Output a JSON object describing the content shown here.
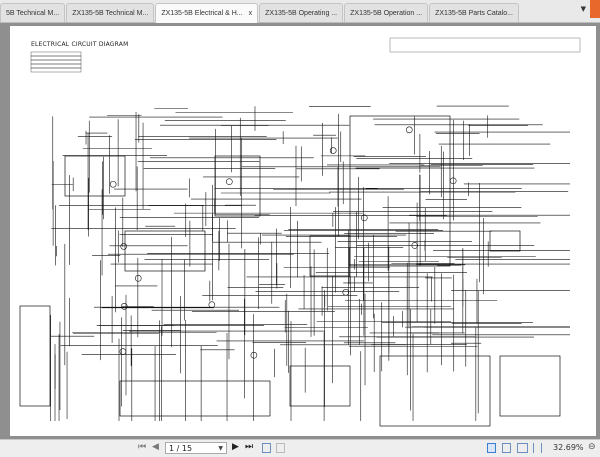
{
  "tabs": [
    {
      "label": "5B Technical M..."
    },
    {
      "label": "ZX135-5B Technical M..."
    },
    {
      "label": "ZX135-5B Electrical & H...",
      "active": true,
      "close": "x"
    },
    {
      "label": "ZX135-5B Operating ..."
    },
    {
      "label": "ZX135-5B Operation ..."
    },
    {
      "label": "ZX135-5B Parts Catalo..."
    }
  ],
  "tab_menu_icon": "chevron-down-icon",
  "document": {
    "title": "ELECTRICAL CIRCUIT DIAGRAM"
  },
  "statusbar": {
    "page_input": "1 / 15",
    "zoom": "32.69%",
    "icons": [
      "first-page-icon",
      "prev-page-icon",
      "next-page-icon",
      "last-page-icon",
      "rotate-icon",
      "fit-icon",
      "single-page-icon",
      "continuous-icon",
      "two-page-icon",
      "facing-icon",
      "zoom-out-icon"
    ]
  },
  "colors": {
    "accent": "#e8672a",
    "viewer_bg": "#8f8f8f",
    "view_mode_active": "#3b7fd0"
  }
}
